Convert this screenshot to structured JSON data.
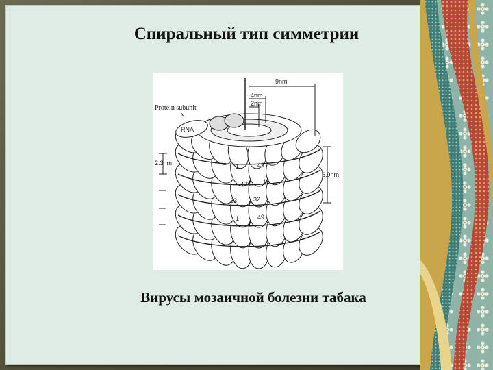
{
  "slide": {
    "title": "Спиральный тип симметрии",
    "caption": "Вирусы мозаичной болезни табака"
  },
  "diagram": {
    "protein_subunit_label": "Protein subunit",
    "rna_label": "RNA",
    "dim_9nm": "9nm",
    "dim_4nm": "4nm",
    "dim_2nm": "2nm",
    "dim_2_3nm": "2.3nm",
    "dim_6_9nm": "6.9nm",
    "subunit_numbers": [
      "1",
      "49",
      "17",
      "16",
      "33",
      "32",
      "1",
      "49"
    ]
  },
  "colors": {
    "panel": "#dfece6",
    "frame": "#4a4934",
    "deco_gold": "#c9a64b",
    "deco_teal": "#4f8f86",
    "deco_red": "#b5483a"
  }
}
